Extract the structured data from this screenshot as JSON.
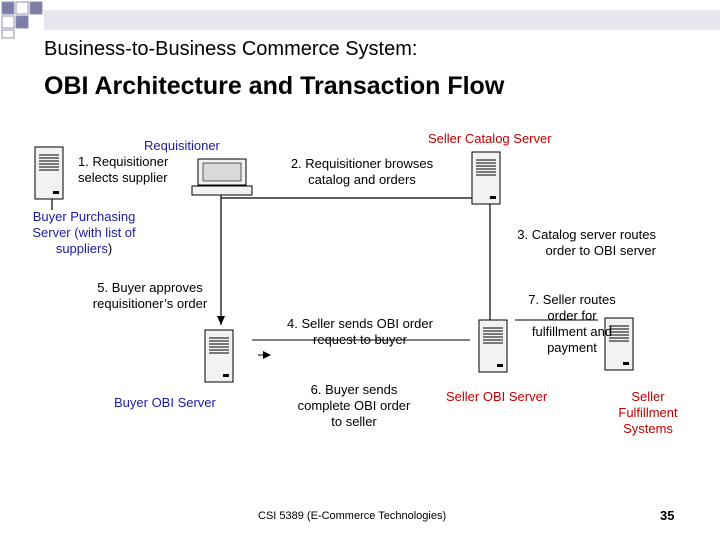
{
  "header": {
    "subtitle": "Business-to-Business Commerce System:",
    "title": "OBI Architecture and Transaction Flow"
  },
  "nodes": {
    "requisitioner": "Requisitioner",
    "seller_catalog_server": "Seller Catalog Server",
    "buyer_purchasing_server_line1": "Buyer Purchasing",
    "buyer_purchasing_server_line2": "Server (with list of",
    "buyer_purchasing_server_line3": "suppliers",
    "buyer_purchasing_server_paren": ")",
    "buyer_obi_server": "Buyer OBI Server",
    "seller_obi_server": "Seller OBI Server",
    "seller_fulfillment_line1": "Seller",
    "seller_fulfillment_line2": "Fulfillment",
    "seller_fulfillment_line3": "Systems"
  },
  "steps": {
    "step1_line1": "1. Requisitioner",
    "step1_line2": "selects supplier",
    "step2_line1": "2. Requisitioner browses",
    "step2_line2": "catalog and orders",
    "step3_line1": "3. Catalog server routes",
    "step3_line2": "order to OBI server",
    "step4_line1": "4. Seller sends OBI order",
    "step4_line2": "request to buyer",
    "step5_line1": "5. Buyer approves",
    "step5_line2": "requisitioner’s order",
    "step6_line1": "6. Buyer sends",
    "step6_line2": "complete OBI order",
    "step6_line3": "to seller",
    "step7_line1": "7. Seller routes",
    "step7_line2": "order for",
    "step7_line3": "fulfillment and",
    "step7_line4": "payment"
  },
  "footer": {
    "course": "CSI 5389 (E-Commerce Technologies)",
    "page": "35"
  },
  "colors": {
    "accent_blue": "#1a1aa8",
    "accent_red": "#c00000",
    "server_fill": "#f2f2f2"
  },
  "icons": [
    "server-icon",
    "computer-icon"
  ]
}
